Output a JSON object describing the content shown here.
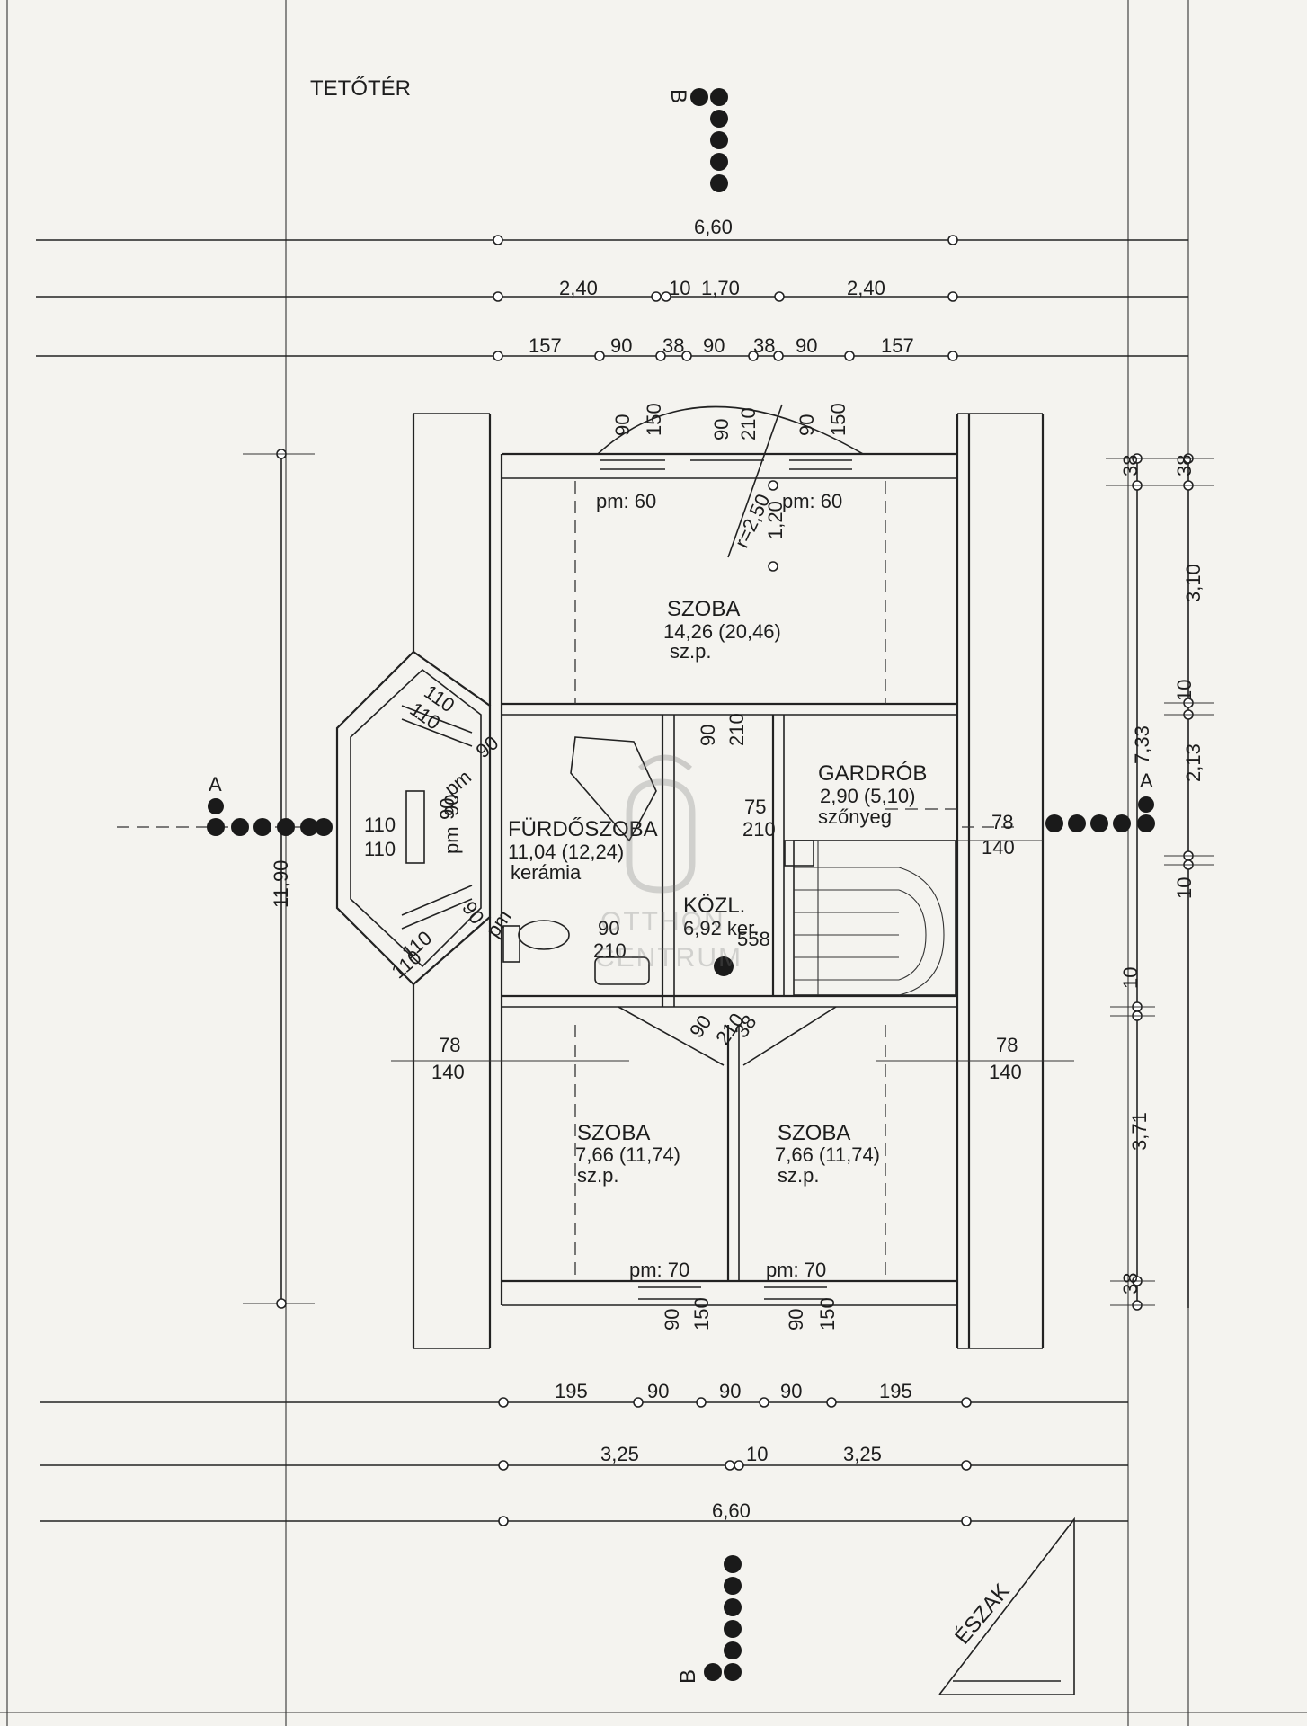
{
  "title": "TETŐTÉR",
  "north_label": "ÉSZAK",
  "watermark": {
    "line1": "OTTHON",
    "line2": "CENTRUM"
  },
  "section_marks": {
    "a": "A",
    "b": "B"
  },
  "rooms": {
    "szoba_top": {
      "name": "SZOBA",
      "area": "14,26 (20,46)",
      "floor": "sz.p."
    },
    "furdoszoba": {
      "name": "FÜRDŐSZOBA",
      "area": "11,04 (12,24)",
      "floor": "kerámia"
    },
    "kozl": {
      "name": "KÖZL.",
      "area": "6,92 ker."
    },
    "gardrob": {
      "name": "GARDRÓB",
      "area": "2,90 (5,10)",
      "floor": "szőnyeg"
    },
    "szoba_left": {
      "name": "SZOBA",
      "area": "7,66 (11,74)",
      "floor": "sz.p."
    },
    "szoba_right": {
      "name": "SZOBA",
      "area": "7,66 (11,74)",
      "floor": "sz.p."
    }
  },
  "dims_top": {
    "total": "6,60",
    "row2": [
      "2,40",
      "10",
      "1,70",
      "2,40"
    ],
    "row3": [
      "157",
      "90",
      "38",
      "90",
      "38",
      "90",
      "157"
    ]
  },
  "dims_bottom": {
    "row1": [
      "195",
      "90",
      "90",
      "90",
      "195"
    ],
    "row2": [
      "3,25",
      "10",
      "3,25"
    ],
    "total": "6,60"
  },
  "dims_right": [
    "38",
    "38",
    "3,10",
    "10",
    "7,33",
    "2,13",
    "10",
    "10",
    "3,71",
    "38"
  ],
  "dims_left": "11,90",
  "labels": {
    "w_top_left_1": "90",
    "w_top_left_2": "150",
    "w_top_mid_1": "90",
    "w_top_mid_2": "210",
    "w_top_right_1": "90",
    "w_top_right_2": "150",
    "pm_top_left": "pm: 60",
    "pm_top_right": "pm: 60",
    "r250": "r=2,50",
    "h120": "1,20",
    "d_90_210_a": "90",
    "d_90_210_b": "210",
    "d_75": "75",
    "d_210": "210",
    "bay_110_1": "110",
    "bay_110_2": "110",
    "bay_110_3": "110",
    "bay_110_4": "110",
    "bay_110_5": "110",
    "bay_110_6": "110",
    "pm_bay_1": "pm",
    "pm_bay_1n": "90",
    "pm_bay_2": "pm",
    "pm_bay_2n": "90",
    "pm_bay_3": "pm",
    "pm_bay_3n": "90",
    "bay_90": "90",
    "d_bath_90": "90",
    "d_bath_210": "210",
    "d_558": "558",
    "d_mid_90": "90",
    "d_mid_210": "210",
    "d_mid_38": "38",
    "left_78": "78",
    "left_140": "140",
    "right_78": "78",
    "right_140": "140",
    "right_mid_78": "78",
    "right_mid_140": "140",
    "pm_bot_left": "pm: 70",
    "pm_bot_right": "pm: 70",
    "w_bot_left_1": "90",
    "w_bot_left_2": "150",
    "w_bot_right_1": "90",
    "w_bot_right_2": "150"
  }
}
